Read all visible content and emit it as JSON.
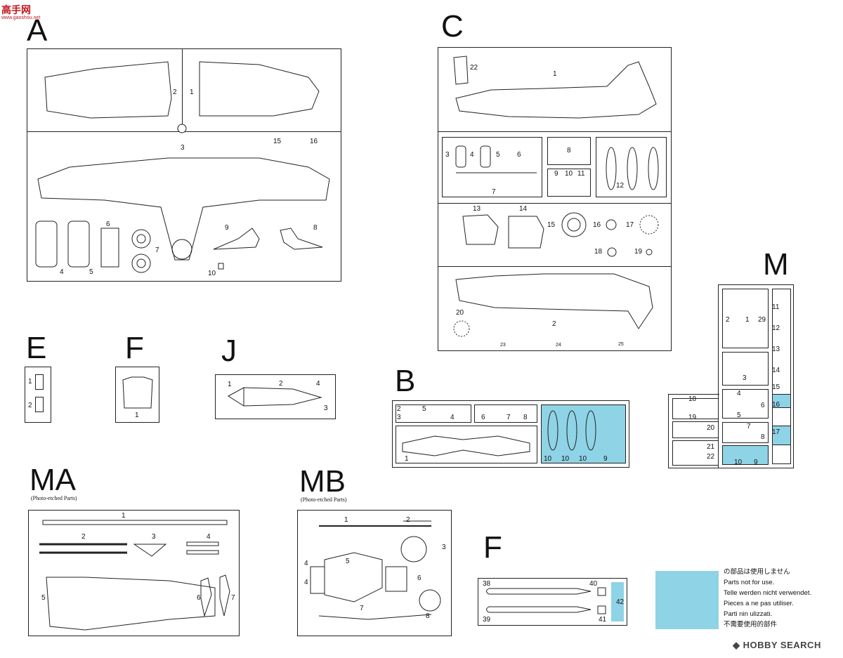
{
  "watermark_top": "高手网",
  "watermark_url": "www.gaoshou.net",
  "frames": {
    "A": {
      "letter": "A",
      "labels": [
        "1",
        "2",
        "3",
        "4",
        "5",
        "6",
        "7",
        "8",
        "9",
        "10",
        "15",
        "16"
      ]
    },
    "C": {
      "letter": "C",
      "labels": [
        "1",
        "2",
        "3",
        "4",
        "5",
        "6",
        "7",
        "8",
        "9",
        "10",
        "11",
        "12",
        "13",
        "14",
        "15",
        "16",
        "17",
        "18",
        "19",
        "20",
        "22",
        "23",
        "24",
        "25"
      ]
    },
    "M": {
      "letter": "M",
      "labels": [
        "1",
        "2",
        "3",
        "4",
        "5",
        "6",
        "7",
        "8",
        "9",
        "10",
        "11",
        "12",
        "13",
        "14",
        "15",
        "16",
        "17",
        "18",
        "19",
        "20",
        "21",
        "22",
        "29"
      ]
    },
    "E": {
      "letter": "E",
      "labels": [
        "1",
        "2"
      ]
    },
    "F": {
      "letter": "F",
      "labels": [
        "1"
      ]
    },
    "J": {
      "letter": "J",
      "labels": [
        "1",
        "2",
        "3",
        "4"
      ]
    },
    "B": {
      "letter": "B",
      "labels": [
        "1",
        "2",
        "3",
        "4",
        "5",
        "6",
        "7",
        "8",
        "9",
        "10"
      ]
    },
    "MA": {
      "letter": "MA",
      "sub": "(Photo-etched Parts)",
      "labels": [
        "1",
        "2",
        "3",
        "4",
        "5",
        "6",
        "7"
      ]
    },
    "MB": {
      "letter": "MB",
      "sub": "(Photo-etched Parts)",
      "labels": [
        "1",
        "2",
        "3",
        "4",
        "5",
        "6",
        "7",
        "8"
      ]
    },
    "F2": {
      "letter": "F",
      "labels": [
        "38",
        "39",
        "40",
        "41",
        "42"
      ]
    }
  },
  "legend": {
    "color": "#8fd3e6",
    "lines": [
      "の部品は使用しません",
      "Parts not for use.",
      "Telle werden nicht verwendet.",
      "Pieces a ne pas utiliser.",
      "Parti nin ulizzati.",
      "不需要使用的部件"
    ]
  },
  "brand": "HOBBY SEARCH"
}
